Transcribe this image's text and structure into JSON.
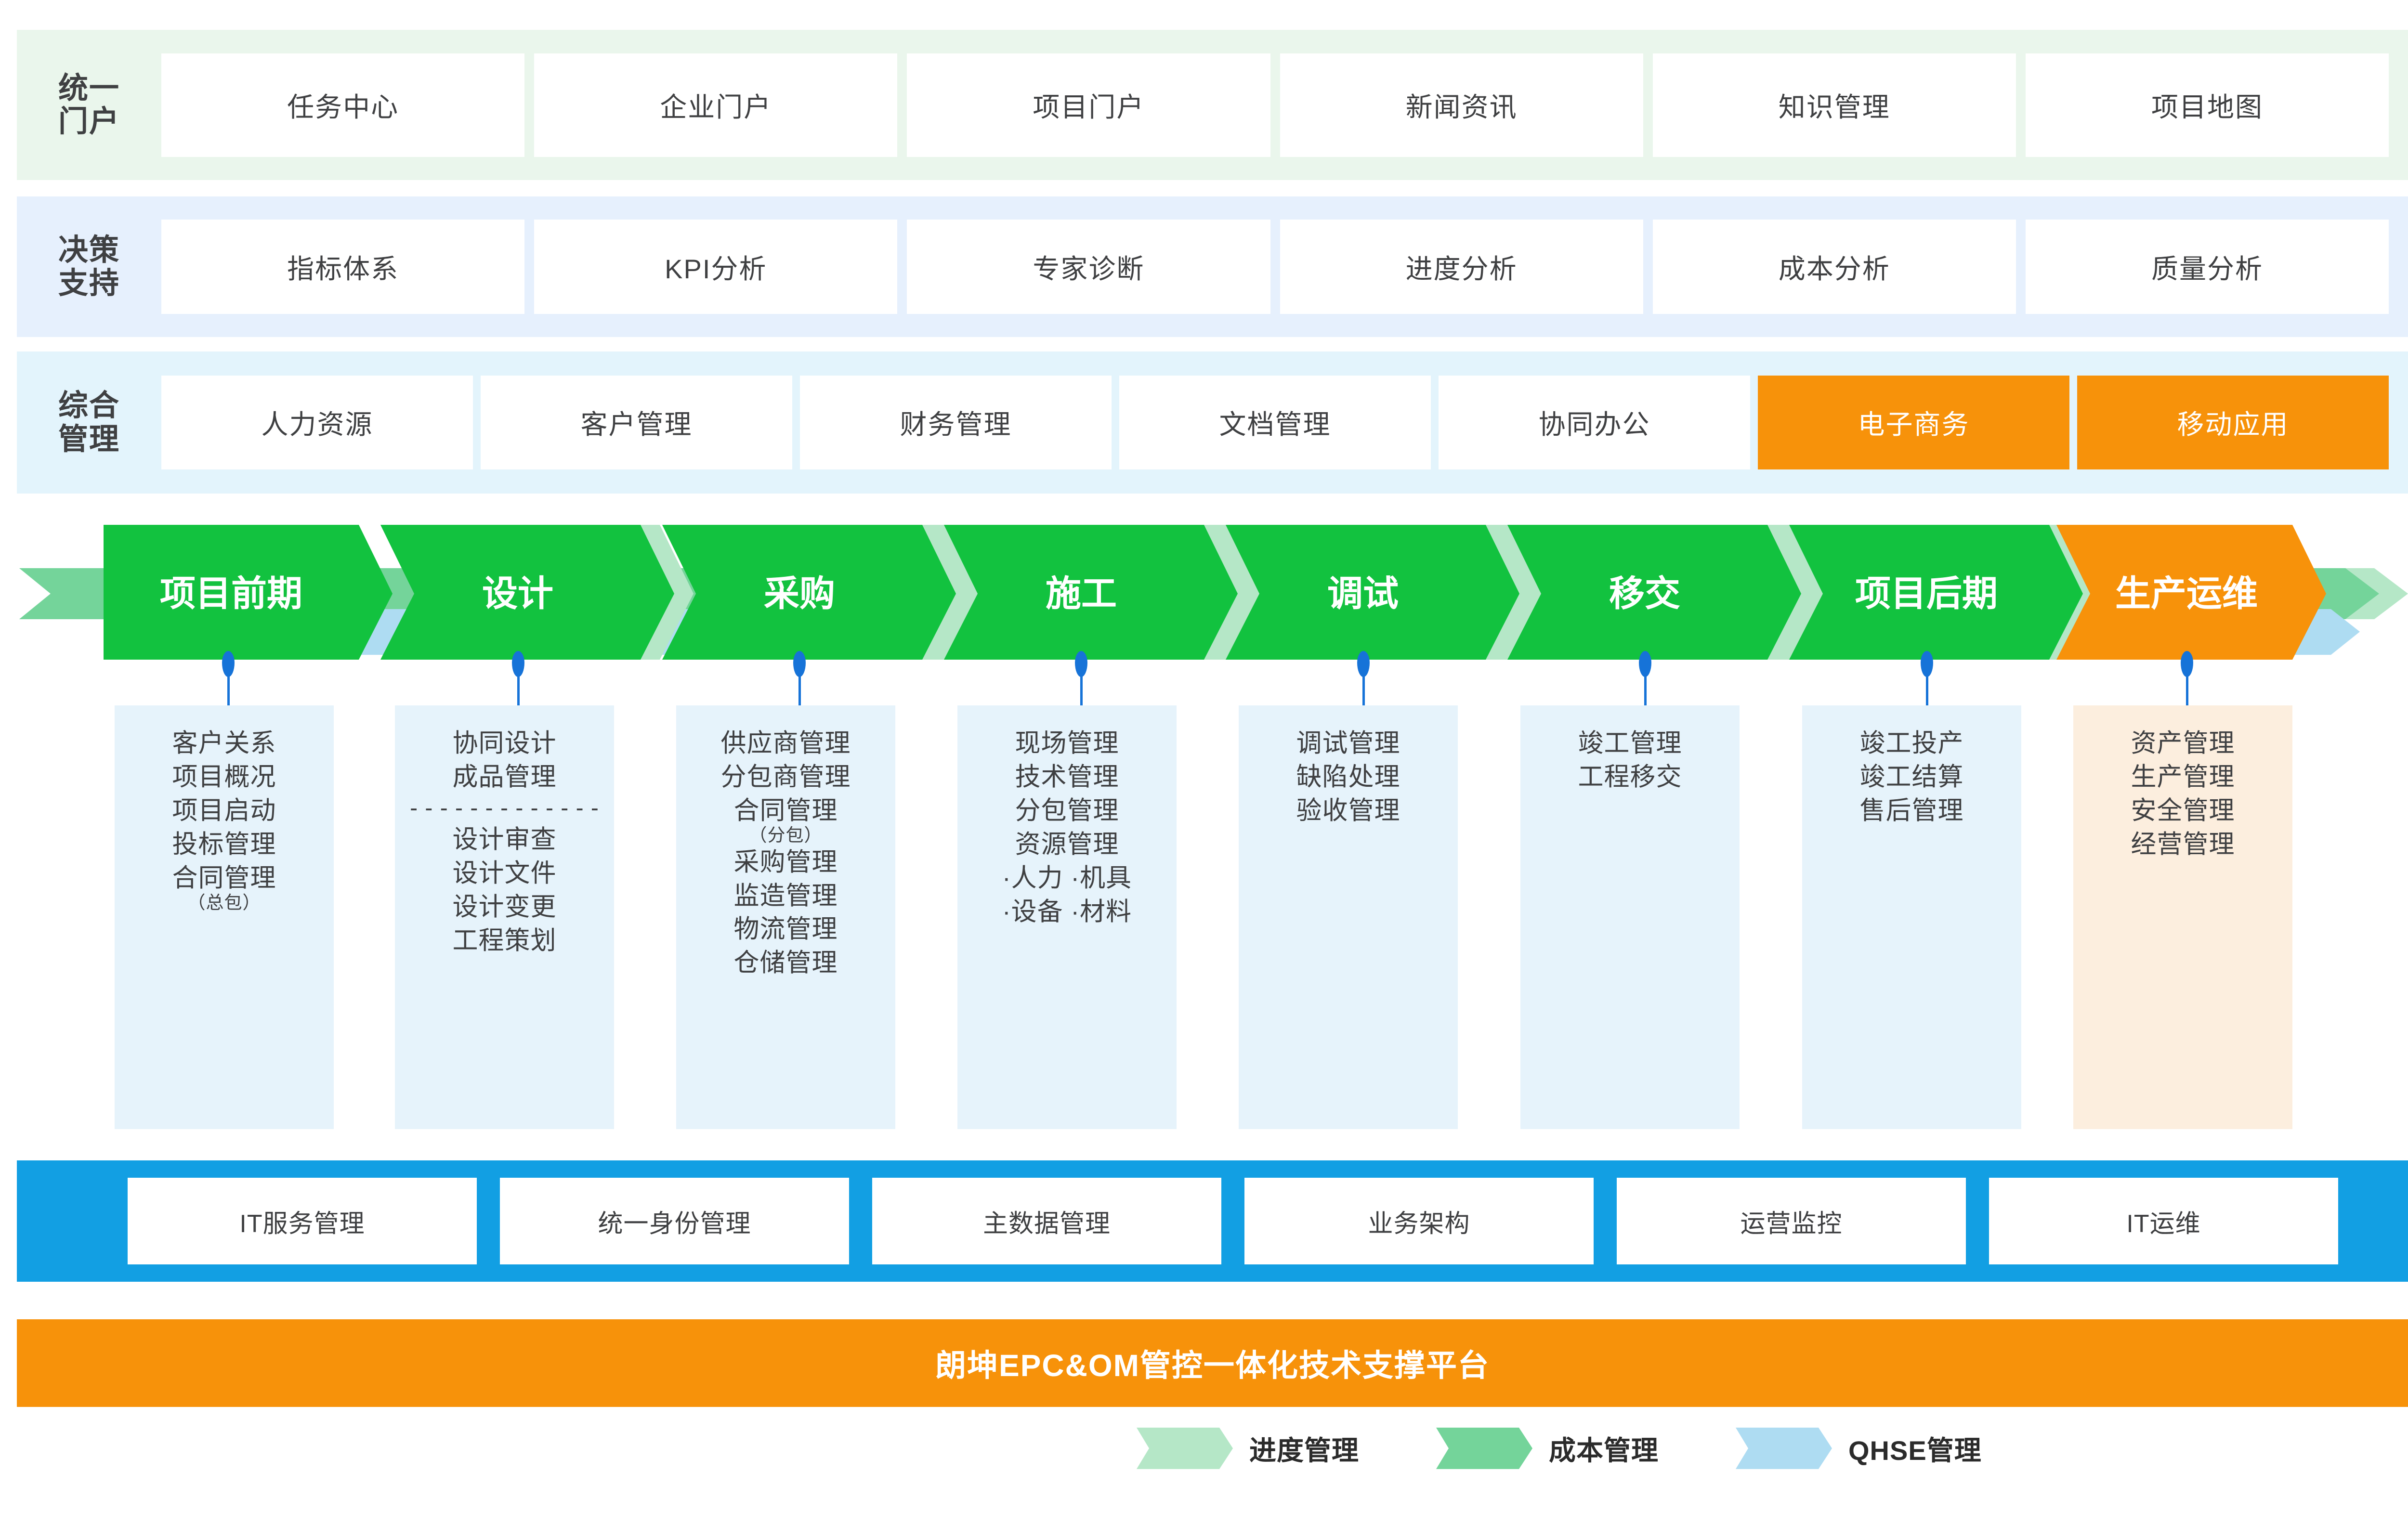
{
  "layers": [
    {
      "id": "portal",
      "label": "统一\n门户",
      "bg": "#EAF6EC",
      "cards": [
        {
          "label": "任务中心",
          "accent": false
        },
        {
          "label": "企业门户",
          "accent": false
        },
        {
          "label": "项目门户",
          "accent": false
        },
        {
          "label": "新闻资讯",
          "accent": false
        },
        {
          "label": "知识管理",
          "accent": false
        },
        {
          "label": "项目地图",
          "accent": false
        }
      ]
    },
    {
      "id": "decision",
      "label": "决策\n支持",
      "bg": "#E6F0FD",
      "cards": [
        {
          "label": "指标体系",
          "accent": false
        },
        {
          "label": "KPI分析",
          "accent": false
        },
        {
          "label": "专家诊断",
          "accent": false
        },
        {
          "label": "进度分析",
          "accent": false
        },
        {
          "label": "成本分析",
          "accent": false
        },
        {
          "label": "质量分析",
          "accent": false
        }
      ]
    },
    {
      "id": "general",
      "label": "综合\n管理",
      "bg": "#E3F4FC",
      "cards": [
        {
          "label": "人力资源",
          "accent": false
        },
        {
          "label": "客户管理",
          "accent": false
        },
        {
          "label": "财务管理",
          "accent": false
        },
        {
          "label": "文档管理",
          "accent": false
        },
        {
          "label": "协同办公",
          "accent": false
        },
        {
          "label": "电子商务",
          "accent": true
        },
        {
          "label": "移动应用",
          "accent": true
        }
      ]
    }
  ],
  "phases": [
    {
      "label": "项目前期",
      "accent": false
    },
    {
      "label": "设计",
      "accent": false
    },
    {
      "label": "采购",
      "accent": false
    },
    {
      "label": "施工",
      "accent": false
    },
    {
      "label": "调试",
      "accent": false
    },
    {
      "label": "移交",
      "accent": false
    },
    {
      "label": "项目后期",
      "accent": false
    },
    {
      "label": "生产运维",
      "accent": true
    }
  ],
  "details": [
    {
      "phase": "项目前期",
      "warm": false,
      "lines": [
        {
          "text": "客户关系",
          "type": "main"
        },
        {
          "text": "项目概况",
          "type": "main"
        },
        {
          "text": "项目启动",
          "type": "main"
        },
        {
          "text": "投标管理",
          "type": "main"
        },
        {
          "text": "合同管理",
          "type": "main"
        },
        {
          "text": "（总包）",
          "type": "sub"
        }
      ]
    },
    {
      "phase": "设计",
      "warm": false,
      "lines": [
        {
          "text": "协同设计",
          "type": "main"
        },
        {
          "text": "成品管理",
          "type": "main"
        },
        {
          "text": "- - - - - - - - - - - - -",
          "type": "divider"
        },
        {
          "text": "设计审查",
          "type": "main"
        },
        {
          "text": "设计文件",
          "type": "main"
        },
        {
          "text": "设计变更",
          "type": "main"
        },
        {
          "text": "工程策划",
          "type": "main"
        }
      ]
    },
    {
      "phase": "采购",
      "warm": false,
      "lines": [
        {
          "text": "供应商管理",
          "type": "main"
        },
        {
          "text": "分包商管理",
          "type": "main"
        },
        {
          "text": "合同管理",
          "type": "main"
        },
        {
          "text": "（分包）",
          "type": "sub"
        },
        {
          "text": "采购管理",
          "type": "main"
        },
        {
          "text": "监造管理",
          "type": "main"
        },
        {
          "text": "物流管理",
          "type": "main"
        },
        {
          "text": "仓储管理",
          "type": "main"
        }
      ]
    },
    {
      "phase": "施工",
      "warm": false,
      "lines": [
        {
          "text": "现场管理",
          "type": "main"
        },
        {
          "text": "技术管理",
          "type": "main"
        },
        {
          "text": "分包管理",
          "type": "main"
        },
        {
          "text": "资源管理",
          "type": "main"
        },
        {
          "text": "·人力 ·机具",
          "type": "main"
        },
        {
          "text": "·设备 ·材料",
          "type": "main"
        }
      ]
    },
    {
      "phase": "调试",
      "warm": false,
      "lines": [
        {
          "text": "调试管理",
          "type": "main"
        },
        {
          "text": "缺陷处理",
          "type": "main"
        },
        {
          "text": "验收管理",
          "type": "main"
        }
      ]
    },
    {
      "phase": "移交",
      "warm": false,
      "lines": [
        {
          "text": "竣工管理",
          "type": "main"
        },
        {
          "text": "工程移交",
          "type": "main"
        }
      ]
    },
    {
      "phase": "项目后期",
      "warm": false,
      "lines": [
        {
          "text": "竣工投产",
          "type": "main"
        },
        {
          "text": "竣工结算",
          "type": "main"
        },
        {
          "text": "售后管理",
          "type": "main"
        }
      ]
    },
    {
      "phase": "生产运维",
      "warm": true,
      "lines": [
        {
          "text": "资产管理",
          "type": "main"
        },
        {
          "text": "生产管理",
          "type": "main"
        },
        {
          "text": "安全管理",
          "type": "main"
        },
        {
          "text": "经营管理",
          "type": "main"
        }
      ]
    }
  ],
  "it_bar": {
    "bg": "#129FE3",
    "cards": [
      {
        "label": "IT服务管理"
      },
      {
        "label": "统一身份管理"
      },
      {
        "label": "主数据管理"
      },
      {
        "label": "业务架构"
      },
      {
        "label": "运营监控"
      },
      {
        "label": "IT运维"
      }
    ]
  },
  "platform_bar": {
    "label": "朗坤EPC&OM管控一体化技术支撑平台",
    "bg": "#F7920A"
  },
  "legend": [
    {
      "label": "进度管理",
      "color": "#B5E7C7"
    },
    {
      "label": "成本管理",
      "color": "#74D49A"
    },
    {
      "label": "QHSE管理",
      "color": "#AEDCF2"
    }
  ],
  "colors": {
    "phase_green": "#12C23F",
    "phase_orange": "#F7920A",
    "progress_band": "#B5E7C7",
    "cost_band": "#74D49A",
    "qhse_band": "#AEDCF2",
    "pin_blue": "#1673D8",
    "text_dark": "#3f4042"
  }
}
